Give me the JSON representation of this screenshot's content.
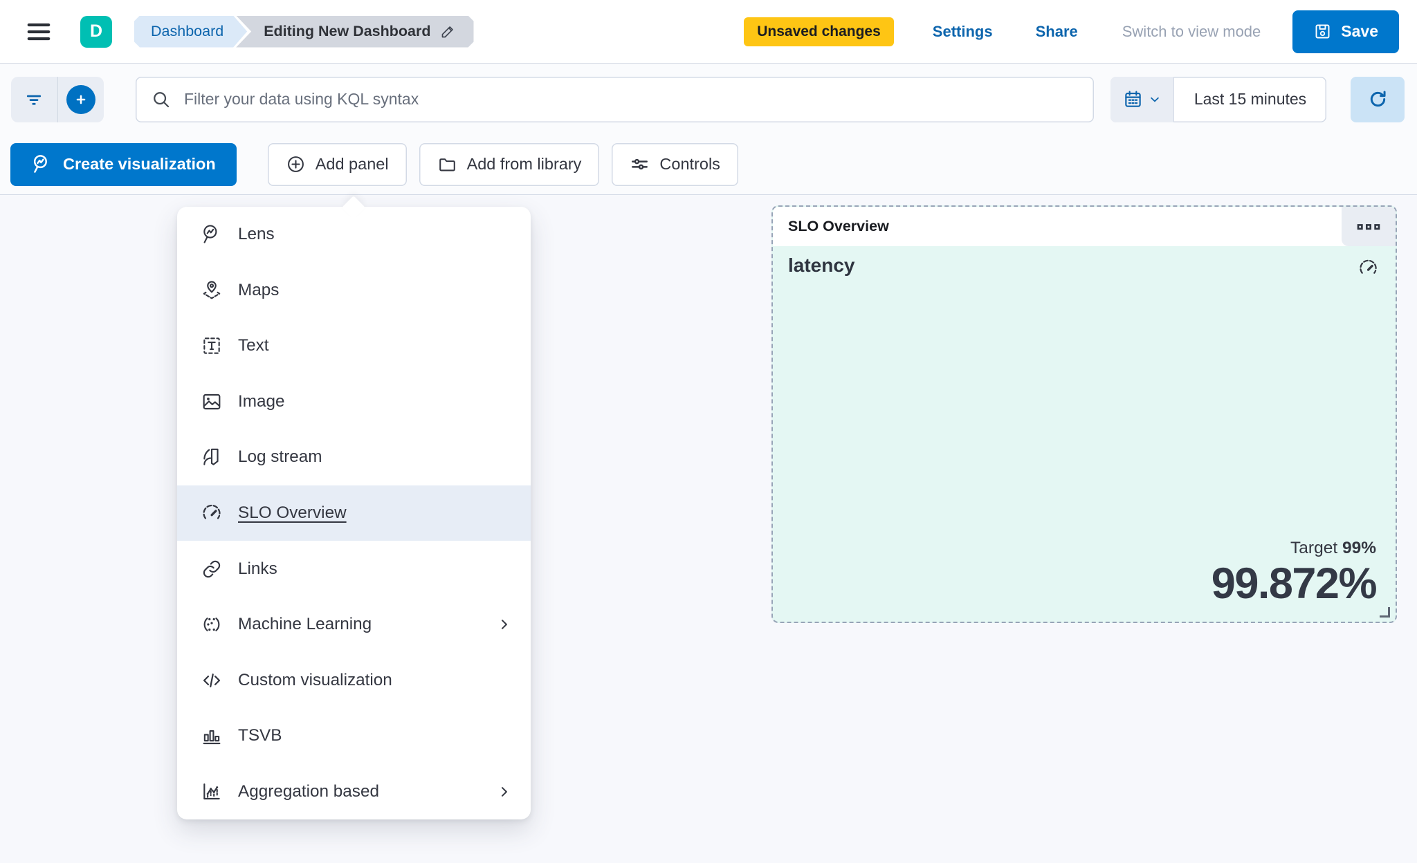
{
  "header": {
    "avatar_initial": "D",
    "breadcrumbs": [
      {
        "label": "Dashboard"
      },
      {
        "label": "Editing New Dashboard"
      }
    ],
    "unsaved_badge": "Unsaved changes",
    "settings_label": "Settings",
    "share_label": "Share",
    "switch_view_label": "Switch to view mode",
    "save_label": "Save"
  },
  "querybar": {
    "search_placeholder": "Filter your data using KQL syntax",
    "time_range": "Last 15 minutes"
  },
  "toolbar": {
    "create_visualization_label": "Create visualization",
    "add_panel_label": "Add panel",
    "add_from_library_label": "Add from library",
    "controls_label": "Controls"
  },
  "add_panel_menu": {
    "items": [
      {
        "label": "Lens",
        "icon": "lens-icon",
        "highlighted": false,
        "has_submenu": false
      },
      {
        "label": "Maps",
        "icon": "maps-icon",
        "highlighted": false,
        "has_submenu": false
      },
      {
        "label": "Text",
        "icon": "text-icon",
        "highlighted": false,
        "has_submenu": false
      },
      {
        "label": "Image",
        "icon": "image-icon",
        "highlighted": false,
        "has_submenu": false
      },
      {
        "label": "Log stream",
        "icon": "log-stream-icon",
        "highlighted": false,
        "has_submenu": false
      },
      {
        "label": "SLO Overview",
        "icon": "gauge-icon",
        "highlighted": true,
        "has_submenu": false
      },
      {
        "label": "Links",
        "icon": "link-icon",
        "highlighted": false,
        "has_submenu": false
      },
      {
        "label": "Machine Learning",
        "icon": "machine-learning-icon",
        "highlighted": false,
        "has_submenu": true
      },
      {
        "label": "Custom visualization",
        "icon": "code-icon",
        "highlighted": false,
        "has_submenu": false
      },
      {
        "label": "TSVB",
        "icon": "tsvb-icon",
        "highlighted": false,
        "has_submenu": false
      },
      {
        "label": "Aggregation based",
        "icon": "aggregation-icon",
        "highlighted": false,
        "has_submenu": true
      }
    ]
  },
  "slo_panel": {
    "header_title": "SLO Overview",
    "viz_title": "latency",
    "target_label": "Target",
    "target_value": "99%",
    "value": "99.872%"
  },
  "colors": {
    "primary_blue": "#0077CC",
    "link_blue": "#0D65AD",
    "badge_yellow": "#FEC514",
    "avatar_teal": "#00BFB3",
    "panel_mint": "#E4F7F3",
    "menu_highlight": "#E7EDF6",
    "text_dark": "#343741",
    "border_gray": "#D3DAE6",
    "panel_dashed_border": "#97A4B7"
  }
}
